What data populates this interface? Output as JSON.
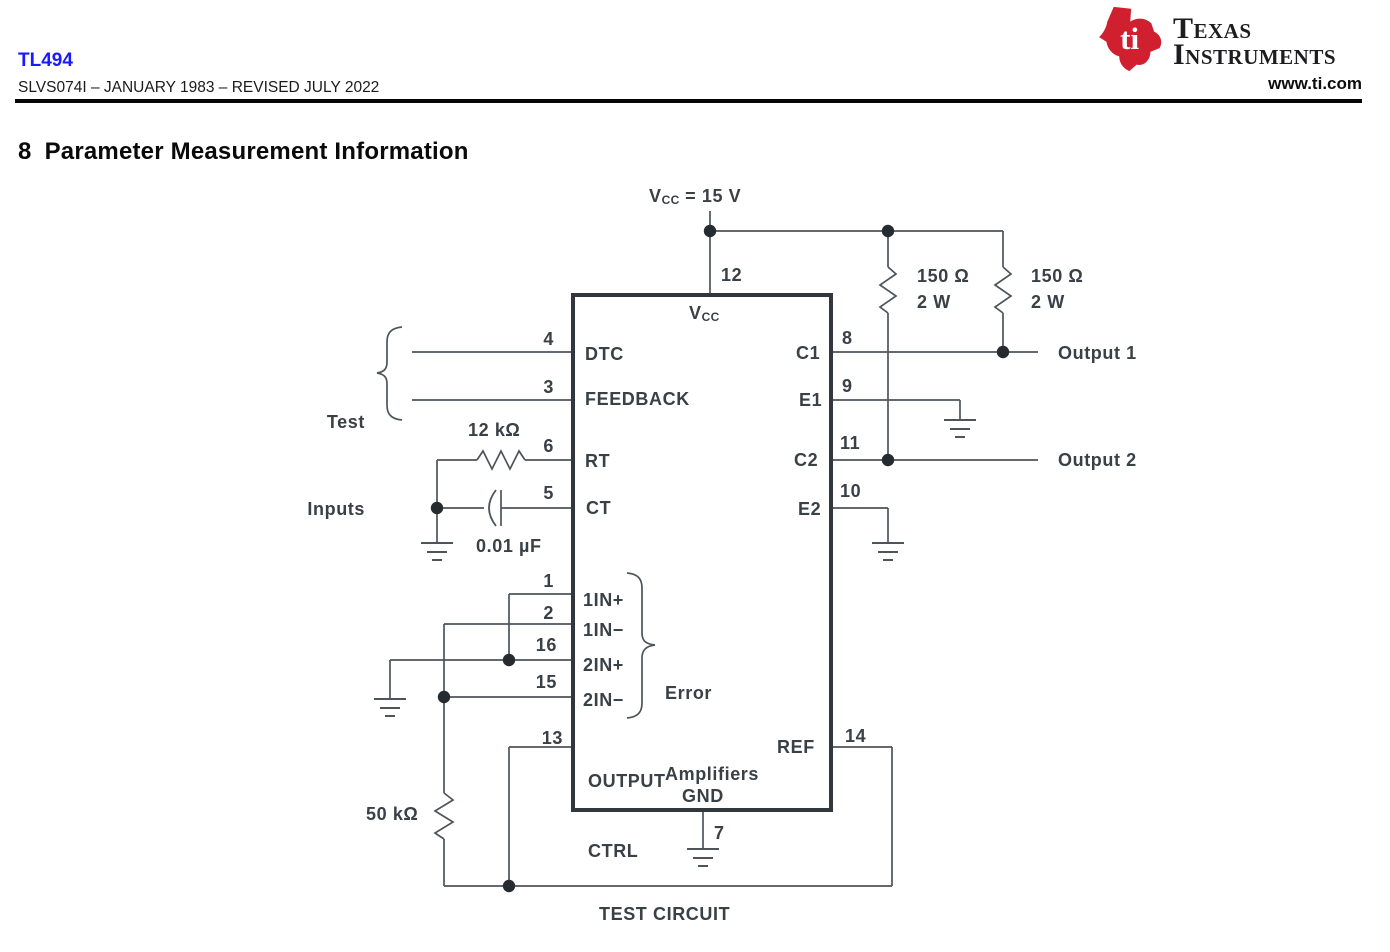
{
  "colors": {
    "ti_red": "#d02030",
    "part_link_blue": "#1a1aff",
    "circuit_ink": "#394046",
    "wire_gray": "#4d545a"
  },
  "header": {
    "part_number": "TL494",
    "doc_line": "SLVS074I – JANUARY 1983 – REVISED JULY 2022",
    "website": "www.ti.com",
    "brand_top": "Texas",
    "brand_bottom": "Instruments",
    "logo_monogram": "ti"
  },
  "section": {
    "number": "8",
    "title": "Parameter Measurement Information"
  },
  "circuit": {
    "caption": "TEST CIRCUIT",
    "supply": {
      "prefix": "V",
      "sub": "CC",
      "suffix": " = 15 V"
    },
    "annotations": {
      "test_inputs_line1": "Test",
      "test_inputs_line2": "Inputs",
      "error_amp_line1": "Error",
      "error_amp_line2": "Amplifiers",
      "output1": "Output 1",
      "output2": "Output 2"
    },
    "components": {
      "timing_resistor": "12 kΩ",
      "timing_capacitor": "0.01 µF",
      "load_resistor_1_value": "150 Ω",
      "load_resistor_1_power": "2 W",
      "load_resistor_2_value": "150 Ω",
      "load_resistor_2_power": "2 W",
      "pulldown_resistor": "50 kΩ"
    },
    "ic": {
      "vcc_pin": {
        "num": "12",
        "label_prefix": "V",
        "label_sub": "CC"
      },
      "pins": {
        "dtc": {
          "num": "4",
          "label": "DTC"
        },
        "feedback": {
          "num": "3",
          "label": "FEEDBACK"
        },
        "rt": {
          "num": "6",
          "label": "RT"
        },
        "ct": {
          "num": "5",
          "label": "CT"
        },
        "in1p": {
          "num": "1",
          "label": "1IN+"
        },
        "in1m": {
          "num": "2",
          "label": "1IN−"
        },
        "in2p": {
          "num": "16",
          "label": "2IN+"
        },
        "in2m": {
          "num": "15",
          "label": "2IN−"
        },
        "output_ctrl": {
          "num": "13",
          "label_line1": "OUTPUT",
          "label_line2": "CTRL"
        },
        "c1": {
          "num": "8",
          "label": "C1"
        },
        "e1": {
          "num": "9",
          "label": "E1"
        },
        "c2": {
          "num": "11",
          "label": "C2"
        },
        "e2": {
          "num": "10",
          "label": "E2"
        },
        "ref": {
          "num": "14",
          "label": "REF"
        },
        "gnd": {
          "num": "7",
          "label": "GND"
        }
      }
    }
  }
}
